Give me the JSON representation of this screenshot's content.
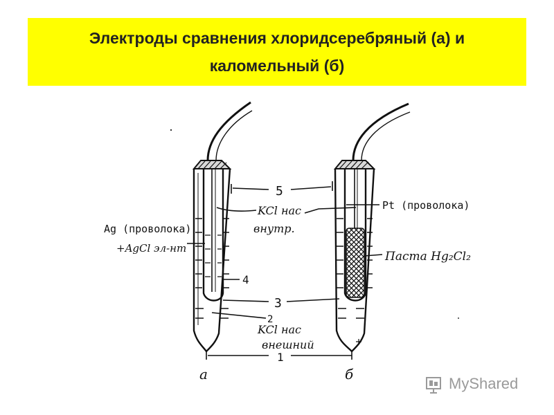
{
  "header": {
    "title_line1": "Электроды сравнения хлоридсеребряный (а) и",
    "title_line2": "каломельный (б)"
  },
  "diagram": {
    "labels": {
      "n1": "1",
      "n2": "2",
      "n3": "3",
      "n4": "4",
      "n5": "5",
      "ag_line1": "Ag (проволока)",
      "ag_line2": "+AgCl эл-нт",
      "kcl_inner_1": "KCl нас",
      "kcl_inner_2": "внутр.",
      "kcl_outer_1": "KCl нас",
      "kcl_outer_2": "внешний",
      "pt": "Pt (проволока)",
      "paste": "Паста Hg₂Cl₂",
      "a": "а",
      "b": "б"
    }
  },
  "watermark": {
    "text": "MyShared"
  },
  "colors": {
    "banner": "#ffff00"
  }
}
